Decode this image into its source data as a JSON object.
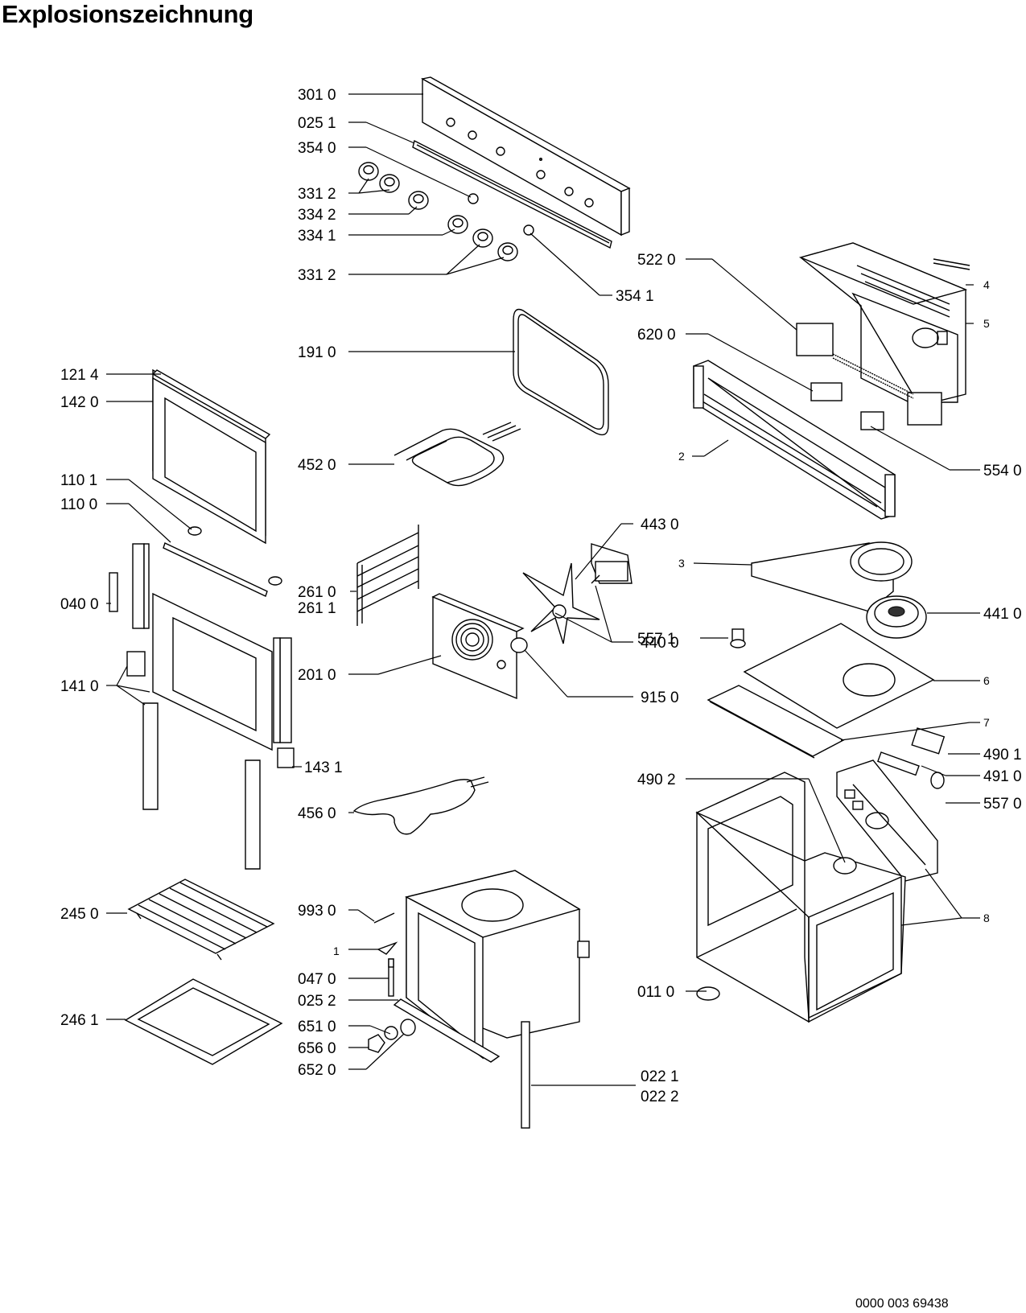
{
  "title": "Explosionszeichnung",
  "document_number": "0000 003 69438",
  "callouts": [
    {
      "label": "301 0"
    },
    {
      "label": "025 1"
    },
    {
      "label": "354 0"
    },
    {
      "label": "331 2"
    },
    {
      "label": "334 2"
    },
    {
      "label": "334 1"
    },
    {
      "label": "331 2"
    },
    {
      "label": "354 1"
    },
    {
      "label": "191 0"
    },
    {
      "label": "121 4"
    },
    {
      "label": "142 0"
    },
    {
      "label": "452 0"
    },
    {
      "label": "110 1"
    },
    {
      "label": "110 0"
    },
    {
      "label": "040 0"
    },
    {
      "label": "261 0"
    },
    {
      "label": "261 1"
    },
    {
      "label": "201 0"
    },
    {
      "label": "141 0"
    },
    {
      "label": "143 1"
    },
    {
      "label": "456 0"
    },
    {
      "label": "245 0"
    },
    {
      "label": "993 0"
    },
    {
      "label": "1"
    },
    {
      "label": "047 0"
    },
    {
      "label": "025 2"
    },
    {
      "label": "246 1"
    },
    {
      "label": "651 0"
    },
    {
      "label": "656 0"
    },
    {
      "label": "652 0"
    },
    {
      "label": "022 1"
    },
    {
      "label": "022 2"
    },
    {
      "label": "522 0"
    },
    {
      "label": "4"
    },
    {
      "label": "5"
    },
    {
      "label": "620 0"
    },
    {
      "label": "2"
    },
    {
      "label": "554 0"
    },
    {
      "label": "443 0"
    },
    {
      "label": "3"
    },
    {
      "label": "441 0"
    },
    {
      "label": "557 1"
    },
    {
      "label": "440 0"
    },
    {
      "label": "915 0"
    },
    {
      "label": "6"
    },
    {
      "label": "7"
    },
    {
      "label": "490 1"
    },
    {
      "label": "490 2"
    },
    {
      "label": "491 0"
    },
    {
      "label": "557 0"
    },
    {
      "label": "8"
    },
    {
      "label": "011 0"
    }
  ]
}
